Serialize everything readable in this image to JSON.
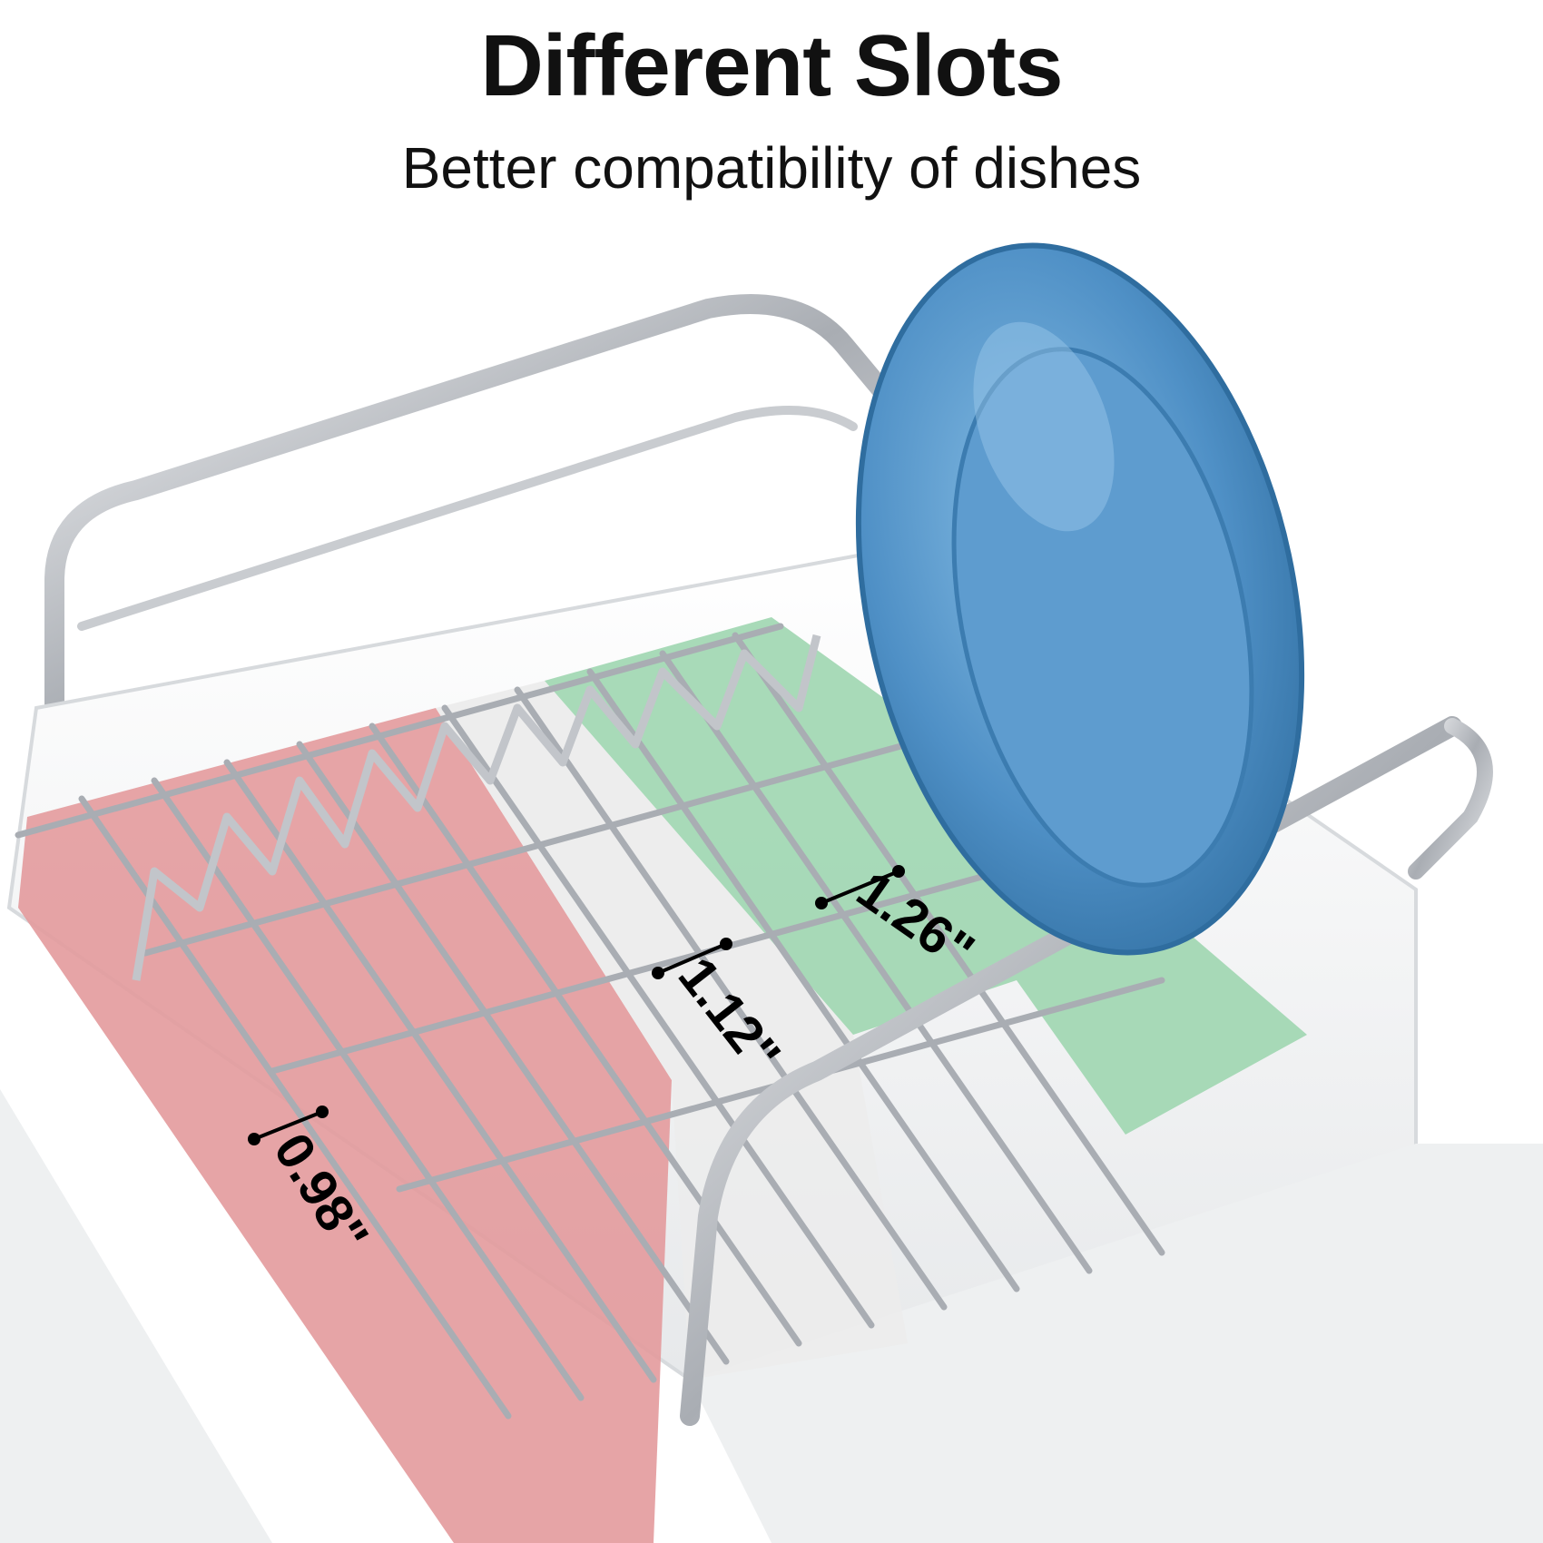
{
  "header": {
    "title": "Different Slots",
    "subtitle": "Better compatibility of dishes"
  },
  "slots": [
    {
      "label": "0.98\"",
      "zone_color": "#e39a9c"
    },
    {
      "label": "1.12\"",
      "zone_color": "#ececec"
    },
    {
      "label": "1.26\"",
      "zone_color": "#9fd6b0"
    }
  ],
  "colors": {
    "plate": "#4d8ec4",
    "plate_highlight": "#7fb5de",
    "steel": "#b9bcc1",
    "tray": "#f4f5f6"
  }
}
